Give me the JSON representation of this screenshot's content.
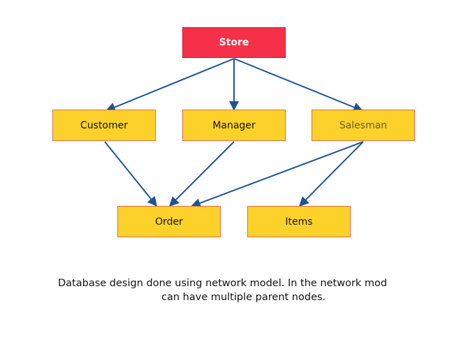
{
  "diagram": {
    "nodes": {
      "store": "Store",
      "customer": "Customer",
      "manager": "Manager",
      "salesman": "Salesman",
      "order": "Order",
      "items": "Items"
    },
    "edges": [
      {
        "from": "store",
        "to": "customer"
      },
      {
        "from": "store",
        "to": "manager"
      },
      {
        "from": "store",
        "to": "salesman"
      },
      {
        "from": "customer",
        "to": "order"
      },
      {
        "from": "manager",
        "to": "order"
      },
      {
        "from": "salesman",
        "to": "order"
      },
      {
        "from": "salesman",
        "to": "items"
      }
    ],
    "colors": {
      "root_fill": "#f7304a",
      "child_fill": "#fcd22a",
      "child_border": "#e06a50",
      "arrow": "#1b5497"
    }
  },
  "caption": {
    "line1": "Database design done using network model. In the network mod",
    "line2": "can have multiple parent nodes."
  }
}
